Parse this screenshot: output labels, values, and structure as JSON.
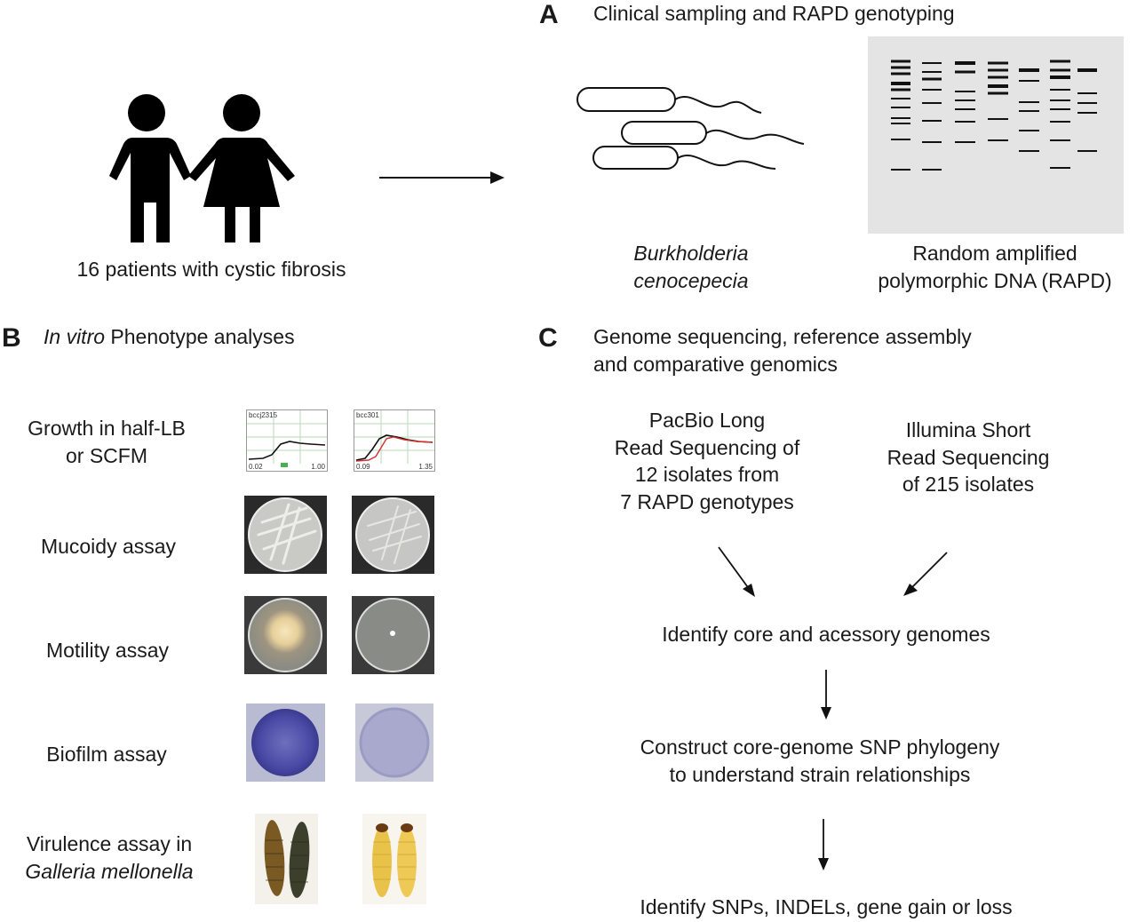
{
  "panel_a": {
    "letter": "A",
    "title": "Clinical sampling and RAPD genotyping",
    "patients_caption": "16 patients with cystic fibrosis",
    "species_line1": "Burkholderia",
    "species_line2": "cenocepecia",
    "rapd_line1": "Random amplified",
    "rapd_line2": "polymorphic DNA (RAPD)"
  },
  "panel_b": {
    "letter": "B",
    "title_italic": "In vitro",
    "title_rest": " Phenotype analyses",
    "rows": [
      {
        "line1": "Growth in half-LB",
        "line2": "or SCFM"
      },
      {
        "line1": "Mucoidy assay"
      },
      {
        "line1": "Motility assay"
      },
      {
        "line1": "Biofilm assay"
      },
      {
        "line1": "Virulence assay in",
        "line2": "Galleria mellonella"
      }
    ],
    "growth_plots": [
      {
        "label": "bccj2315",
        "x_start": "0.02",
        "x_end": "1.00"
      },
      {
        "label": "bcc301",
        "x_start": "0.09",
        "x_end": "1.35"
      }
    ]
  },
  "panel_c": {
    "letter": "C",
    "title_line1": "Genome sequencing, reference assembly",
    "title_line2": "and comparative genomics",
    "pacbio": [
      "PacBio Long",
      "Read Sequencing of",
      "12 isolates from",
      "7 RAPD genotypes"
    ],
    "illumina": [
      "Illumina Short",
      "Read Sequencing",
      "of 215 isolates"
    ],
    "step1": "Identify core and acessory genomes",
    "step2_line1": "Construct core-genome SNP phylogeny",
    "step2_line2": "to understand strain relationships",
    "step3": "Identify SNPs, INDELs, gene gain or loss"
  }
}
